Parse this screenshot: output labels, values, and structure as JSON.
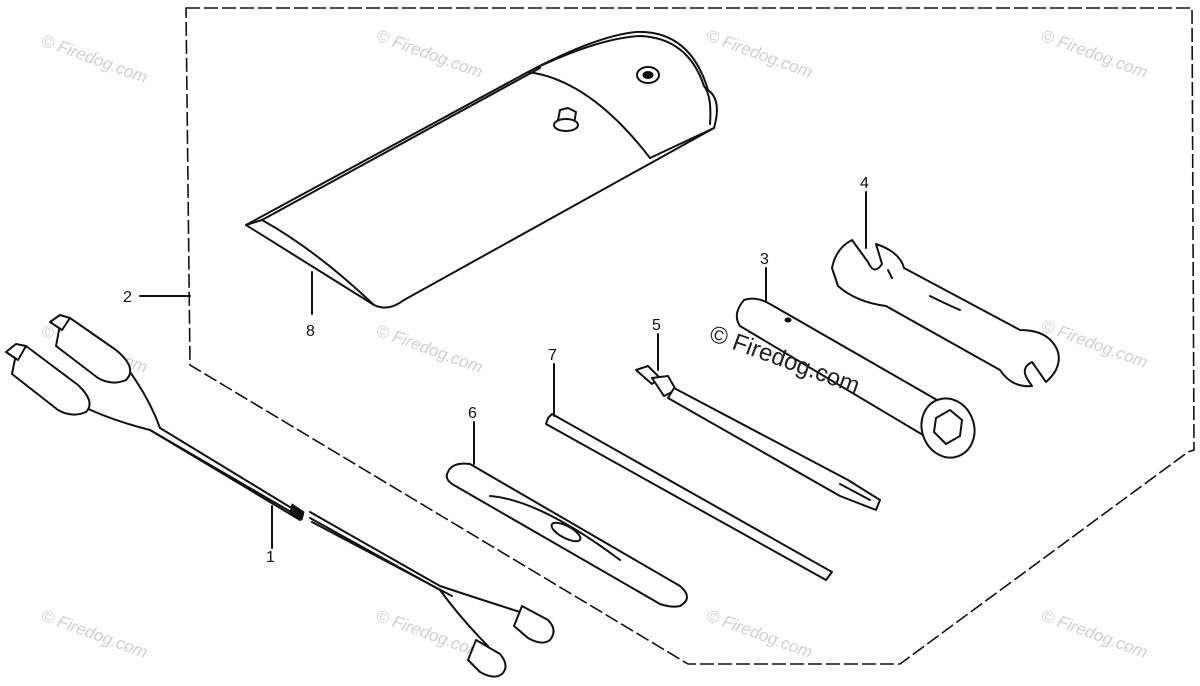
{
  "parts": [
    {
      "id": "1",
      "name": "cable"
    },
    {
      "id": "2",
      "name": "tool-kit-assembly"
    },
    {
      "id": "3",
      "name": "spark-plug-socket-wrench"
    },
    {
      "id": "4",
      "name": "open-end-wrench"
    },
    {
      "id": "5",
      "name": "screwdriver"
    },
    {
      "id": "6",
      "name": "tire-lever"
    },
    {
      "id": "7",
      "name": "handle-bar"
    },
    {
      "id": "8",
      "name": "tool-bag"
    }
  ],
  "watermark": {
    "main": "© Firedog.com",
    "repeat": "© Firedog.com"
  }
}
